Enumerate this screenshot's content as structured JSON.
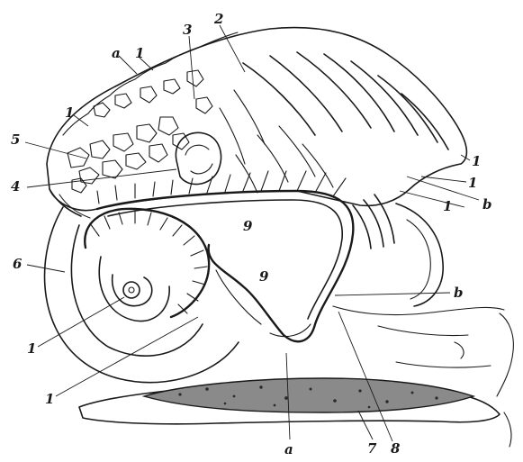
{
  "figure": {
    "labels": {
      "top_2": "2",
      "top_3": "3",
      "top_a": "a",
      "top_1": "1",
      "left_1": "1",
      "left_5": "5",
      "left_4": "4",
      "left_6": "6",
      "left_coil_1": "1",
      "lower_1": "1",
      "right_1_upper": "1",
      "right_1_mid": "1",
      "right_1_low": "1",
      "right_b_upper": "b",
      "right_b_lower": "b",
      "center_9_upper": "9",
      "center_9_lower": "9",
      "bottom_a": "a",
      "bottom_7": "7",
      "bottom_8": "8"
    }
  }
}
